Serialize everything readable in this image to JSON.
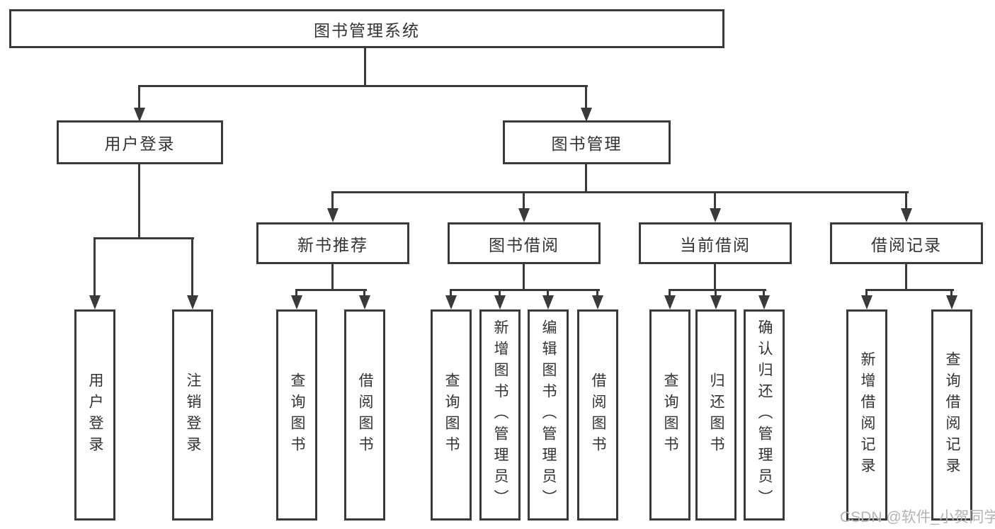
{
  "nodes": {
    "root": "图书管理系统",
    "user_login": "用户登录",
    "book_mgmt": "图书管理",
    "new_book": "新书推荐",
    "book_borrow": "图书借阅",
    "current_borrow": "当前借阅",
    "borrow_record": "借阅记录",
    "leaf_user_login": "用户登录",
    "leaf_logout": "注销登录",
    "leaf_query_book_1": "查询图书",
    "leaf_borrow_book_1": "借阅图书",
    "leaf_query_book_2": "查询图书",
    "leaf_add_book": "新增图书（管理员）",
    "leaf_edit_book": "编辑图书（管理员）",
    "leaf_borrow_book_2": "借阅图书",
    "leaf_query_book_3": "查询图书",
    "leaf_return_book": "归还图书",
    "leaf_confirm_return": "确认归还（管理员）",
    "leaf_add_record": "新增借阅记录",
    "leaf_query_record": "查询借阅记录"
  },
  "colors": {
    "line": "#3a3a3a",
    "text": "#333333",
    "watermark": "#b3b3b3"
  },
  "watermark": "CSDN @软件_小贺同学"
}
